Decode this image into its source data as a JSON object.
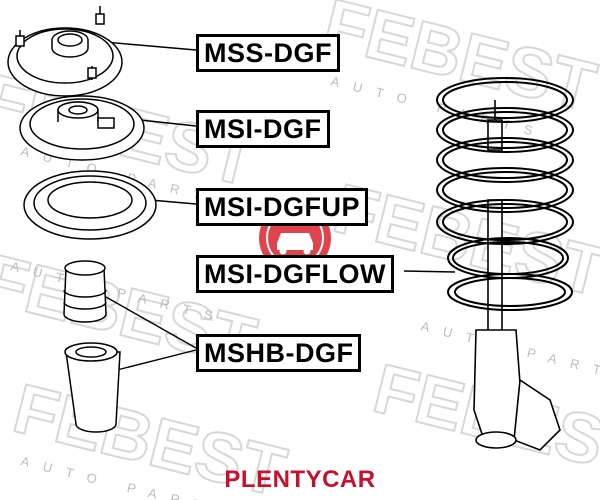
{
  "labels": {
    "mss": "MSS-DGF",
    "msi": "MSI-DGF",
    "msi_up": "MSI-DGFUP",
    "msi_low": "MSI-DGFLOW",
    "mshb": "MSHB-DGF"
  },
  "watermark": {
    "brand_text": "PLENTYCAR",
    "brand_color": "#c8102e",
    "background_logo_text": "FEBEST",
    "background_logo_sub": "AUTO PARTS",
    "logo_color": "#dcdcdc"
  },
  "badge_icon": "car-icon",
  "badge_color": "#d9232e",
  "line_color": "#000000"
}
